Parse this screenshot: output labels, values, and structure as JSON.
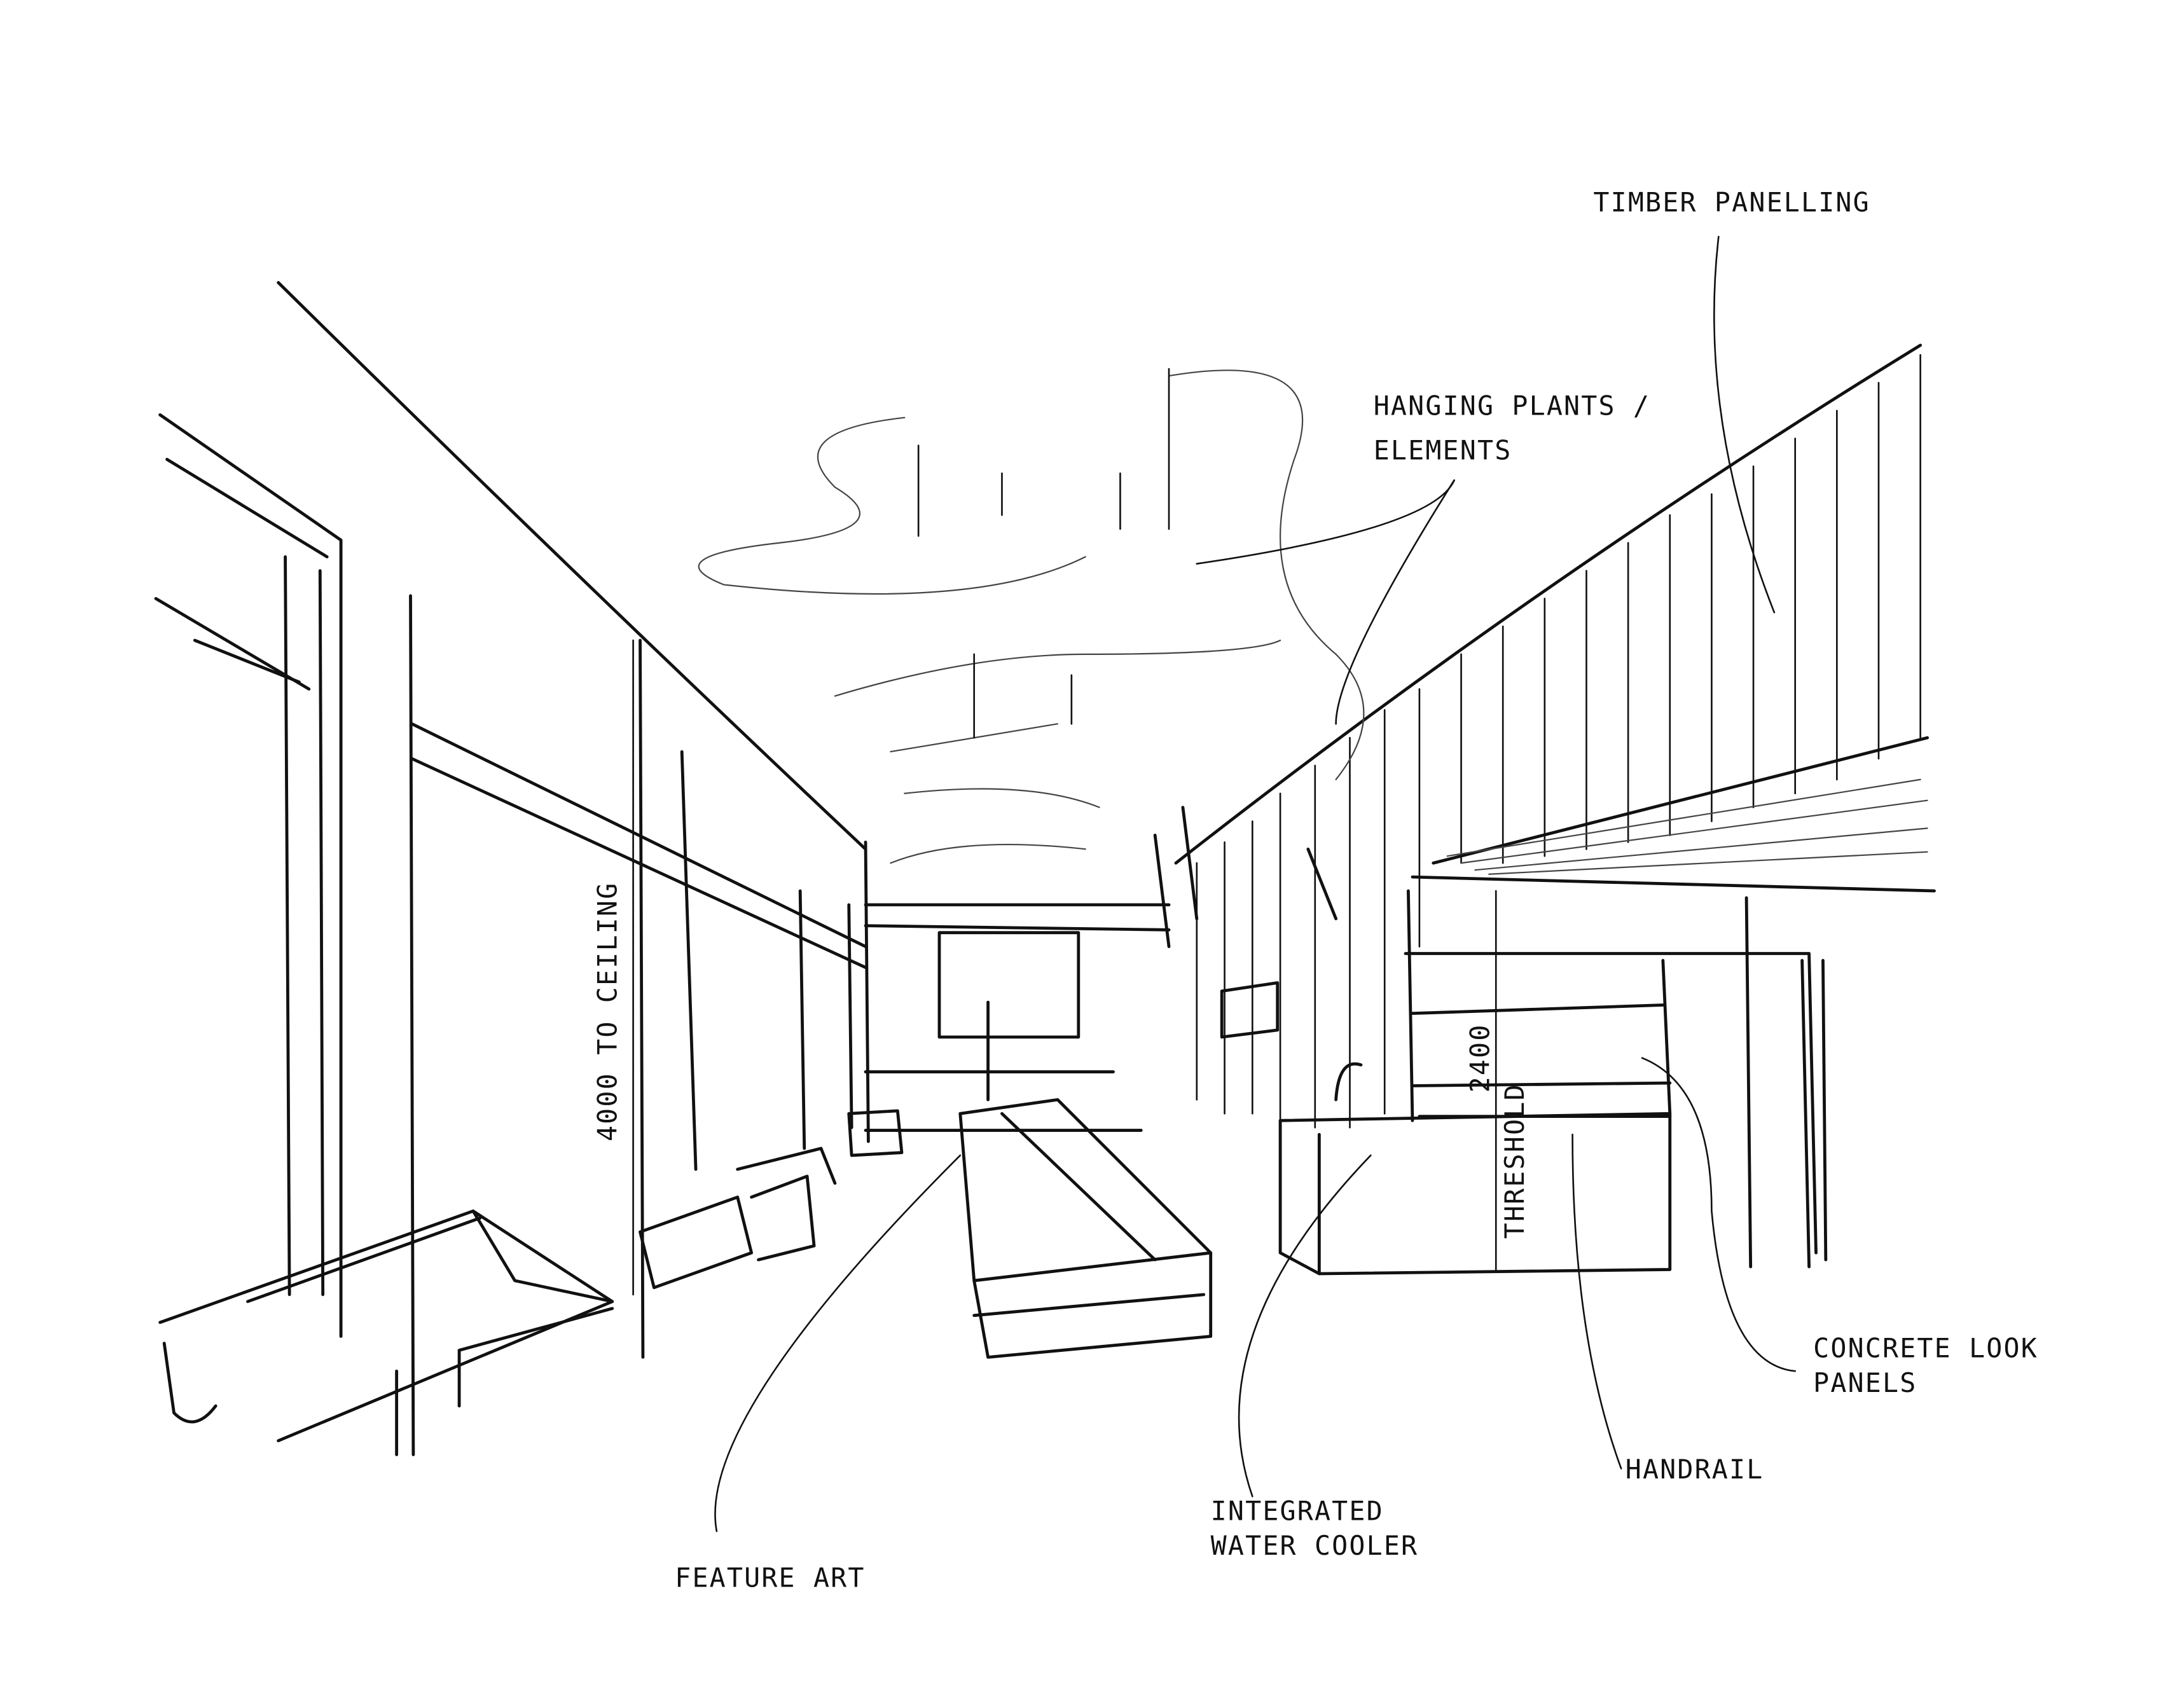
{
  "sketch": {
    "annotations": {
      "timber_panelling": "TIMBER PANELLING",
      "hanging_plants_line1": "HANGING PLANTS /",
      "hanging_plants_line2": "ELEMENTS",
      "ceiling_height": "4000 TO CEILING",
      "threshold_height": "2400",
      "threshold": "THRESHOLD",
      "concrete_panels_line1": "CONCRETE LOOK",
      "concrete_panels_line2": "PANELS",
      "handrail": "HANDRAIL",
      "water_cooler_line1": "INTEGRATED",
      "water_cooler_line2": "WATER COOLER",
      "feature_art": "FEATURE ART"
    },
    "ink_color": "#111111",
    "paper_color": "#ffffff"
  }
}
